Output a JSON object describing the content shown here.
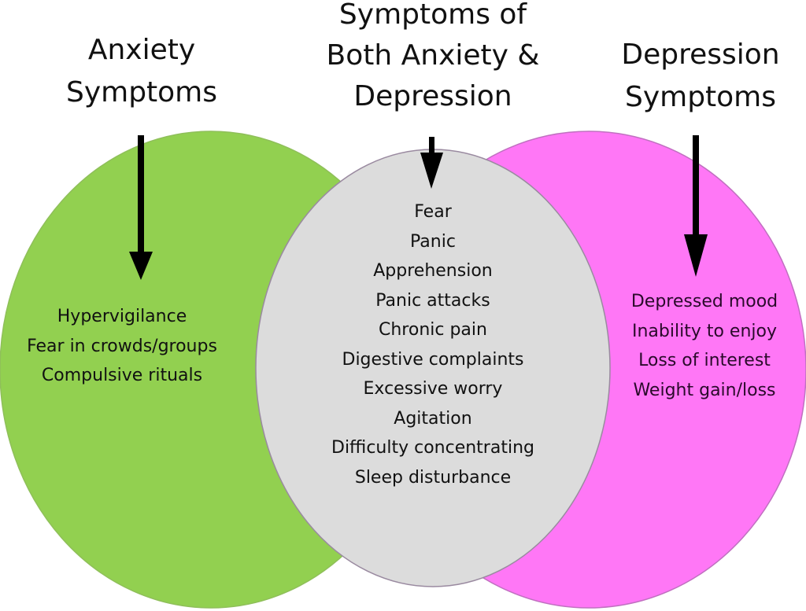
{
  "diagram": {
    "type": "venn",
    "sets": [
      {
        "id": "anxiety",
        "title_lines": [
          "Anxiety",
          "Symptoms"
        ],
        "color": "#92d050",
        "items": [
          "Hypervigilance",
          "Fear in crowds/groups",
          "Compulsive rituals"
        ]
      },
      {
        "id": "both",
        "title_lines": [
          "Symptoms of",
          "Both Anxiety &",
          "Depression"
        ],
        "color": "#dddddd",
        "items": [
          "Fear",
          "Panic",
          "Apprehension",
          "Panic attacks",
          "Chronic pain",
          "Digestive complaints",
          "Excessive worry",
          "Agitation",
          "Difficulty concentrating",
          "Sleep disturbance"
        ]
      },
      {
        "id": "depression",
        "title_lines": [
          "Depression",
          "Symptoms"
        ],
        "color": "#ff77ff",
        "items": [
          "Depressed mood",
          "Inability to enjoy",
          "Loss of interest",
          "Weight gain/loss"
        ]
      }
    ]
  }
}
